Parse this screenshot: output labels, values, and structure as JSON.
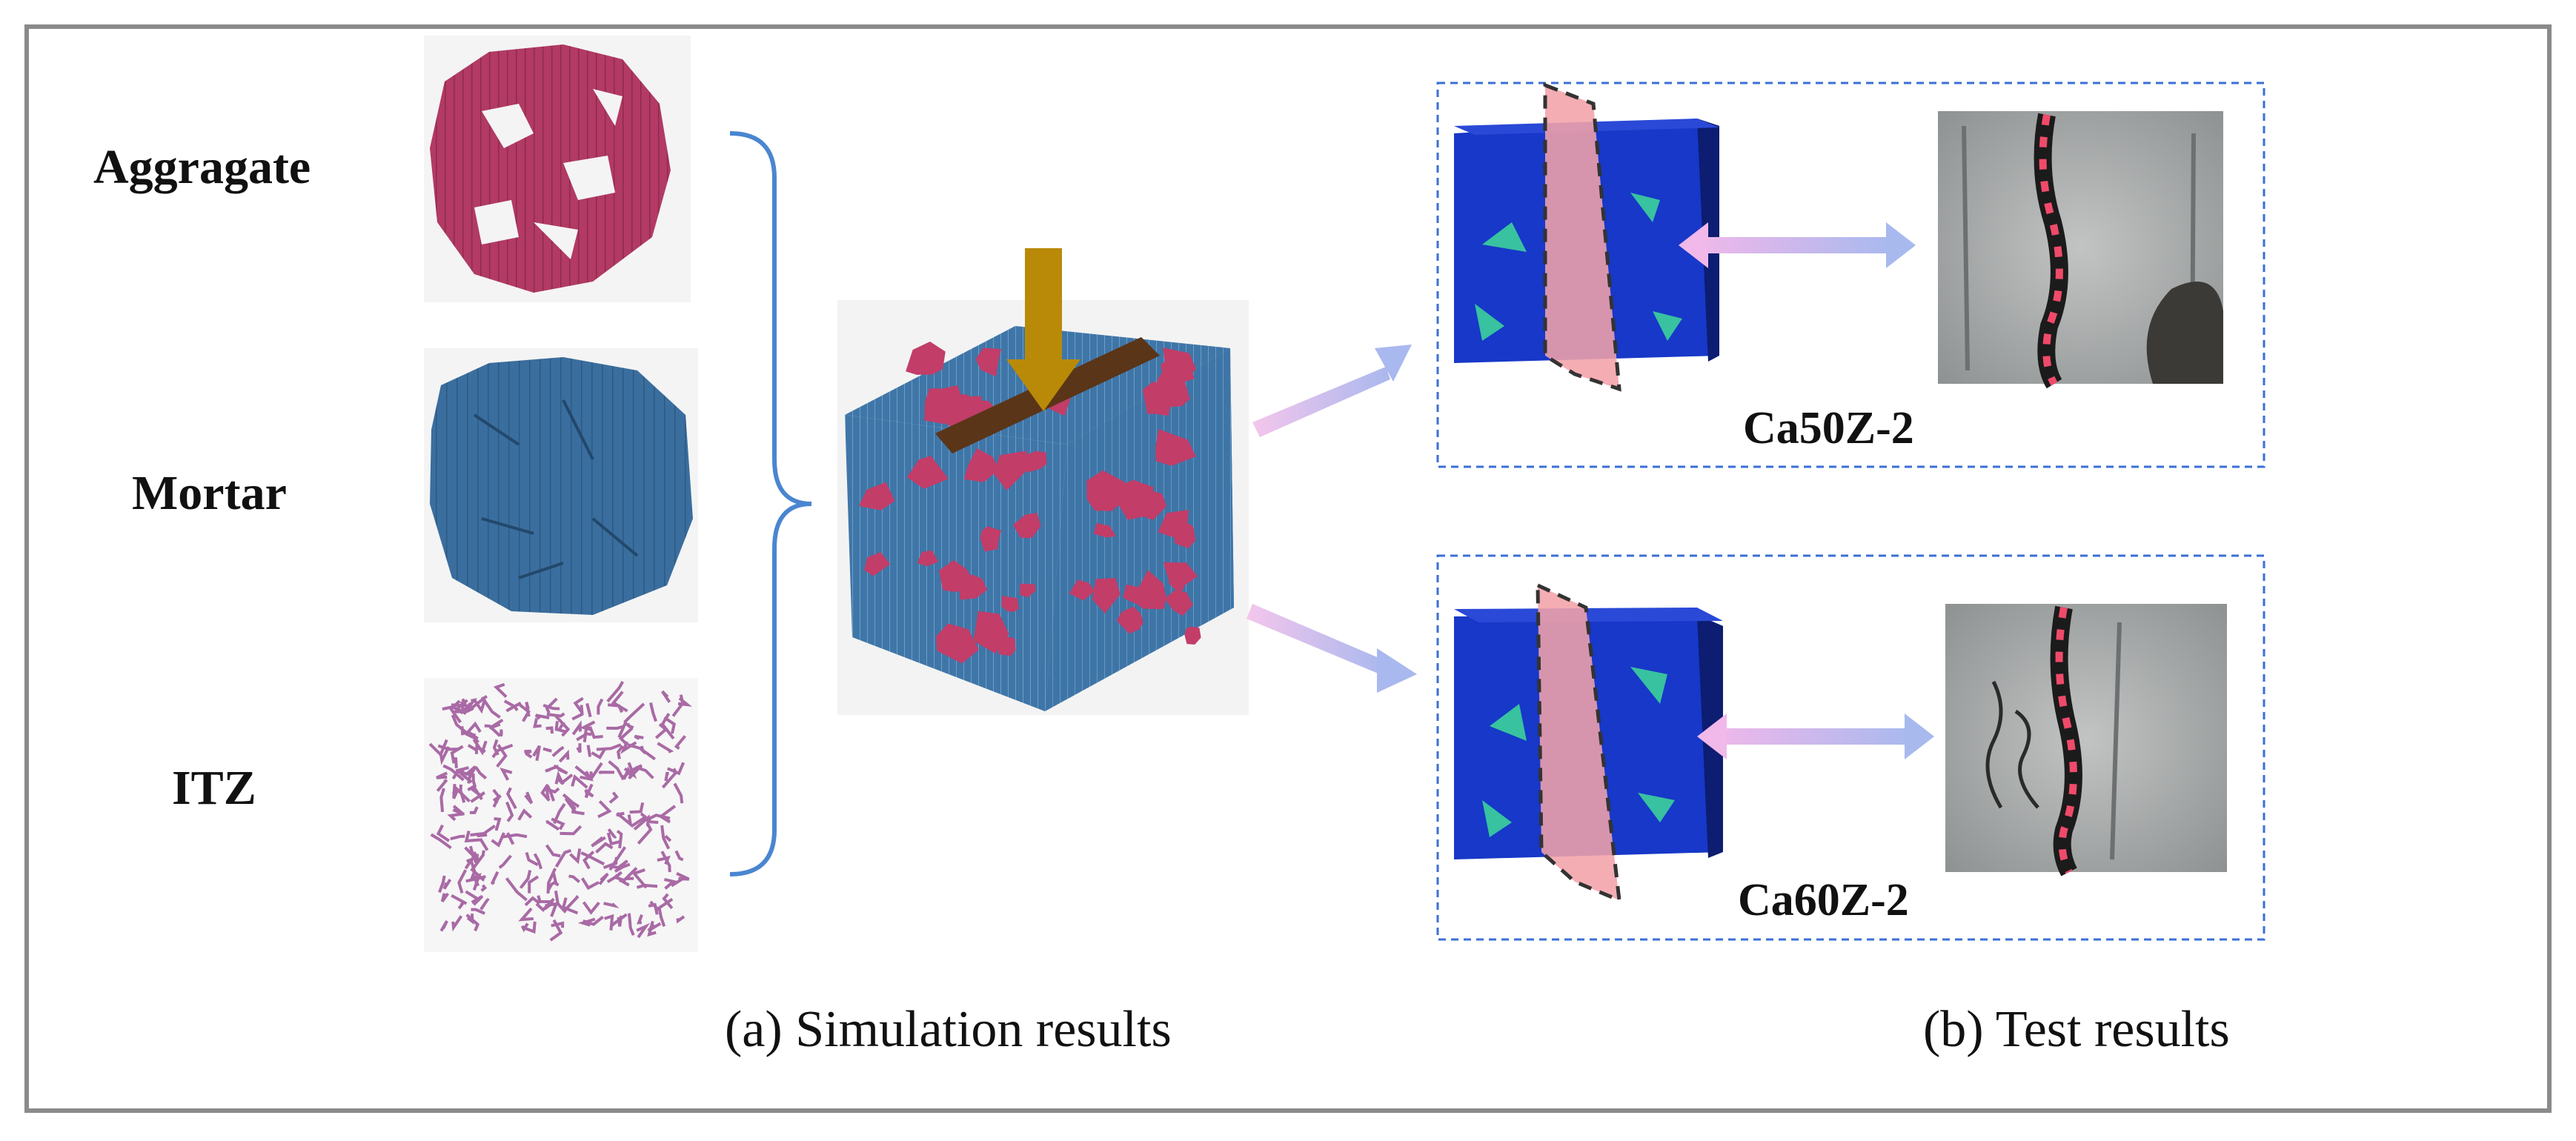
{
  "materials": [
    {
      "label": "Aggragate",
      "color": "#b23a64"
    },
    {
      "label": "Mortar",
      "color": "#3a6e9e"
    },
    {
      "label": "ITZ",
      "color": "#a96aa5"
    }
  ],
  "specimens": [
    {
      "label": "Ca50Z-2"
    },
    {
      "label": "Ca60Z-2"
    }
  ],
  "captions": {
    "simulation": "(a) Simulation results",
    "test": "(b) Test results"
  },
  "colors": {
    "frame": "#8a8a8a",
    "panel_border": "#3b6fd6",
    "brace": "#4a86d0",
    "load_arrow": "#b98a08",
    "load_bar": "#5a3518",
    "mortar": "#3a6e9e",
    "aggregate": "#b23a64",
    "sim_blue": "#1738c8",
    "crack_band": "#f2a2a8",
    "crack_dots": "#f04a6a",
    "photo_gray": "#a9abab"
  }
}
